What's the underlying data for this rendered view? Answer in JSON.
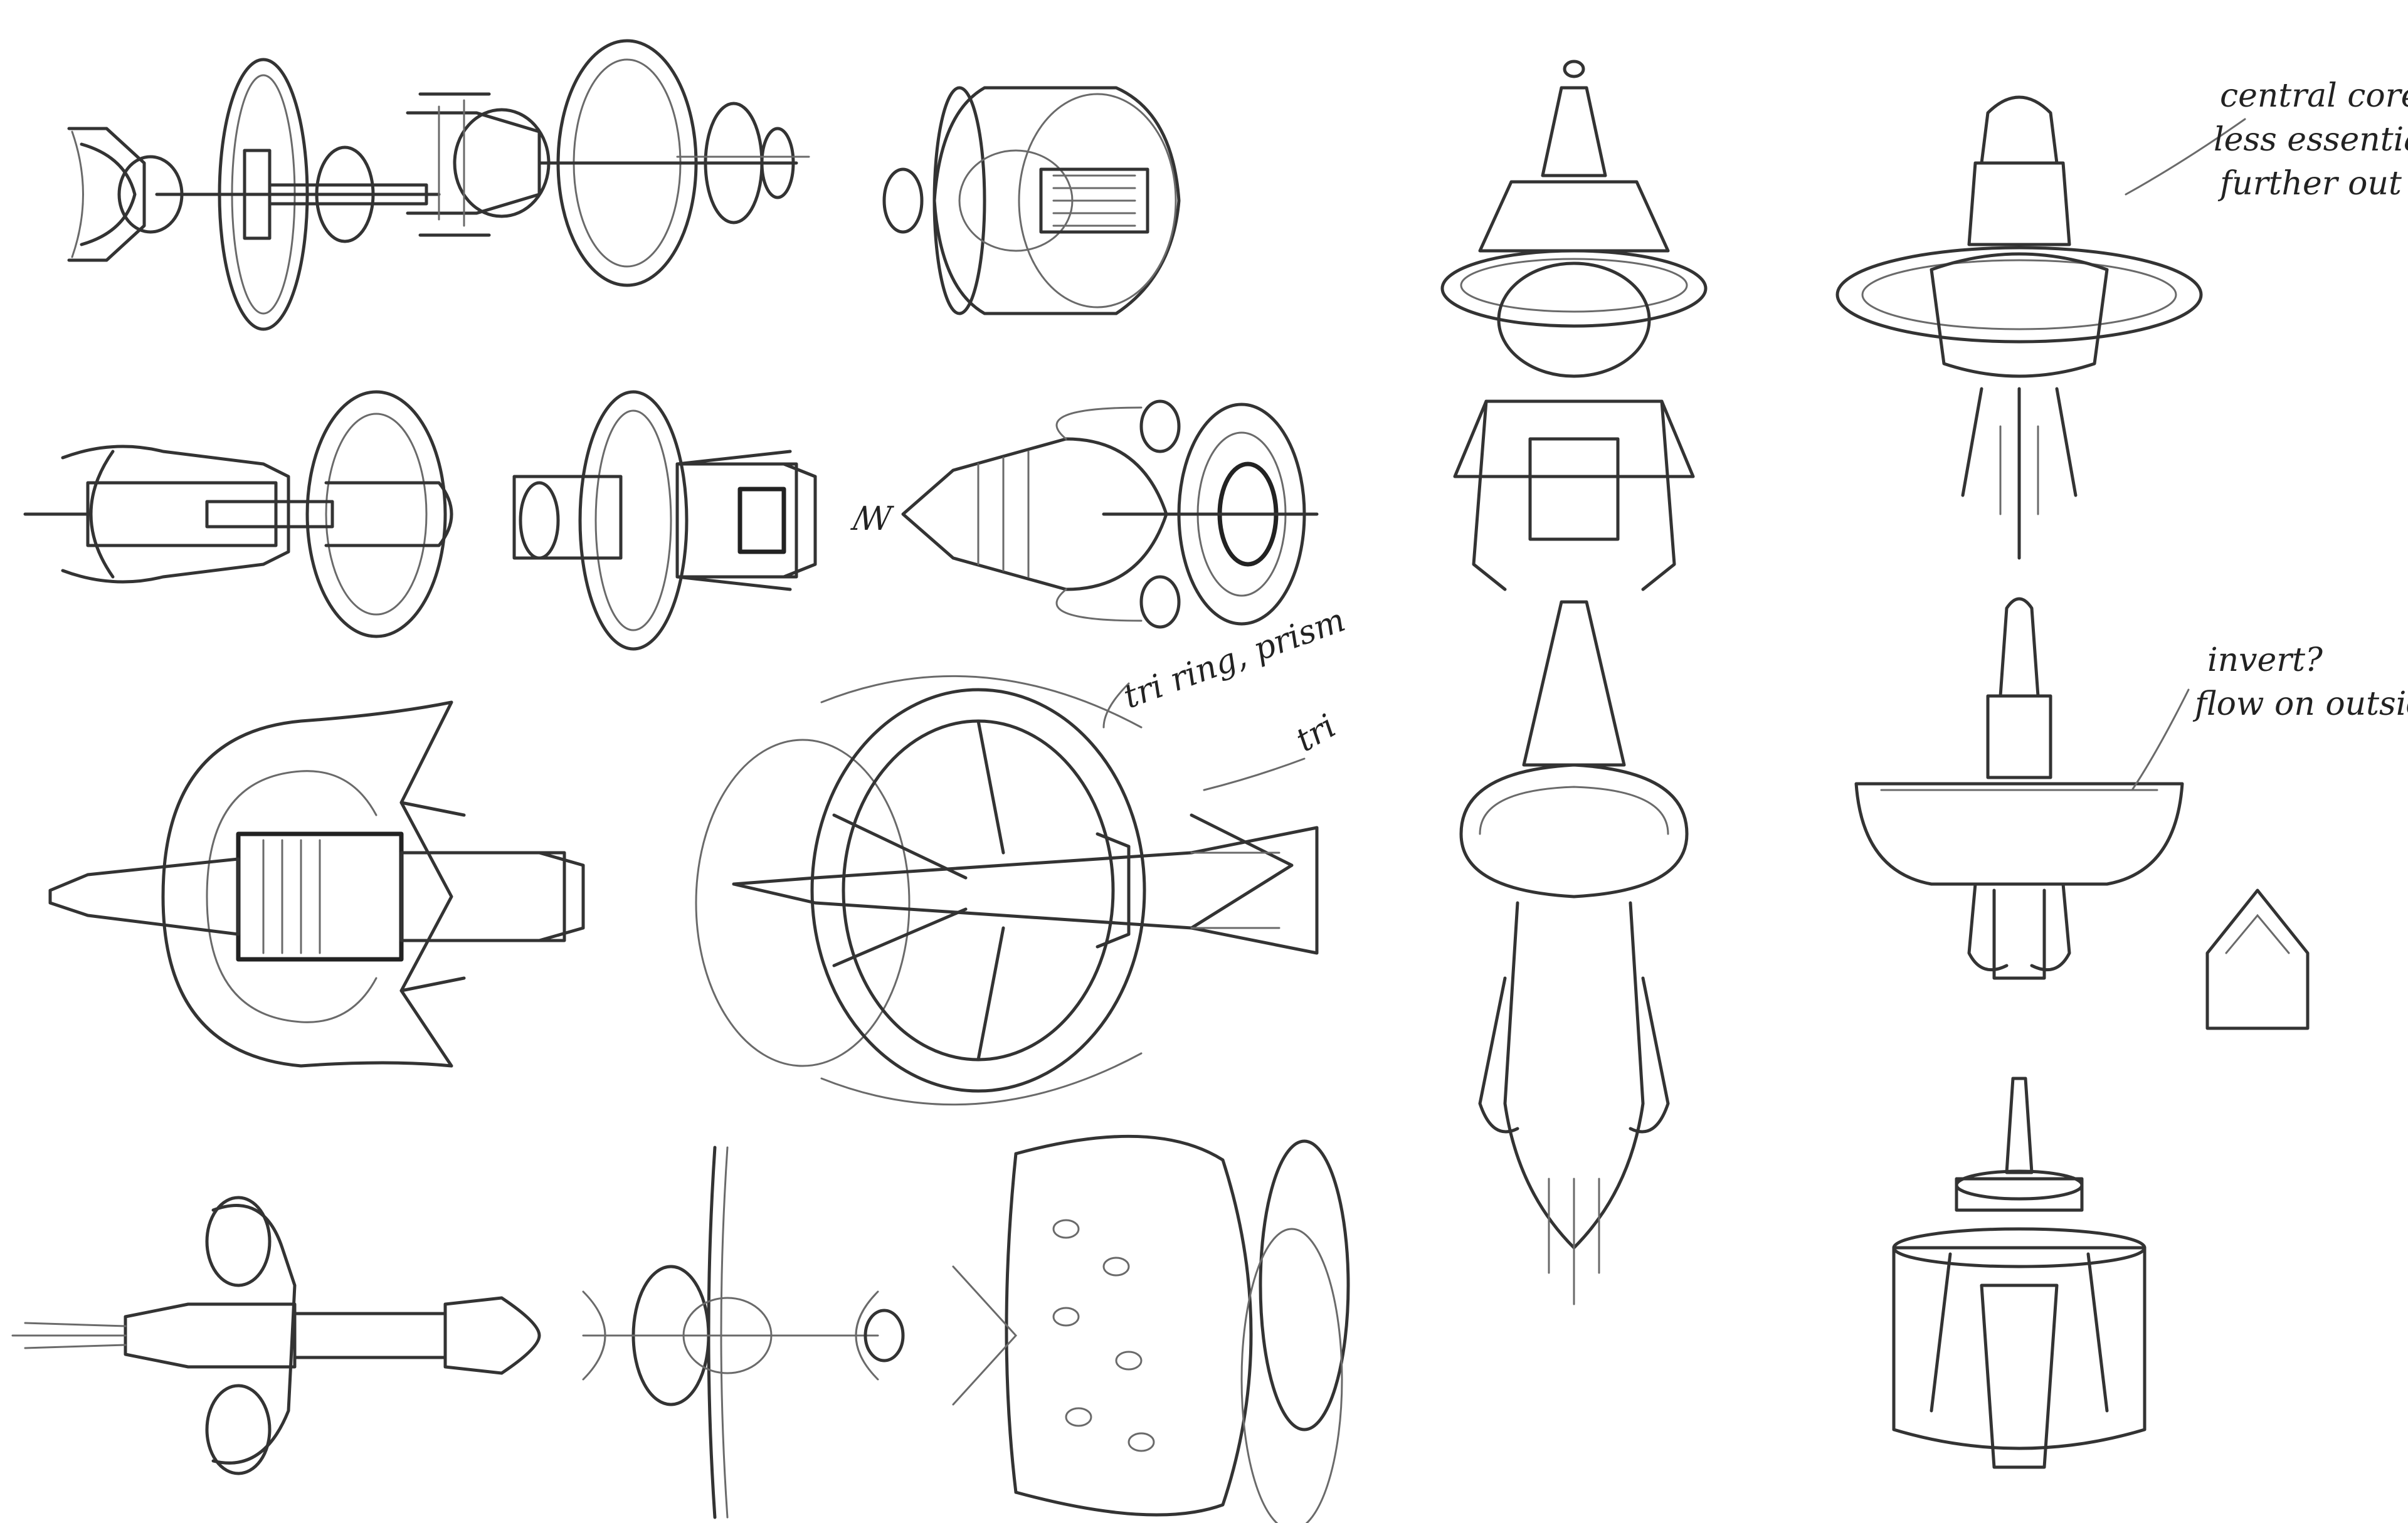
{
  "annotations": {
    "central_core": [
      "central core,",
      "less essential",
      "further out"
    ],
    "invert": [
      "invert?",
      "flow on outside"
    ],
    "tri_ring": "tri ring, prism",
    "tri": "tri"
  },
  "ink_color": "#2a2a2a",
  "background_color": "#ffffff"
}
